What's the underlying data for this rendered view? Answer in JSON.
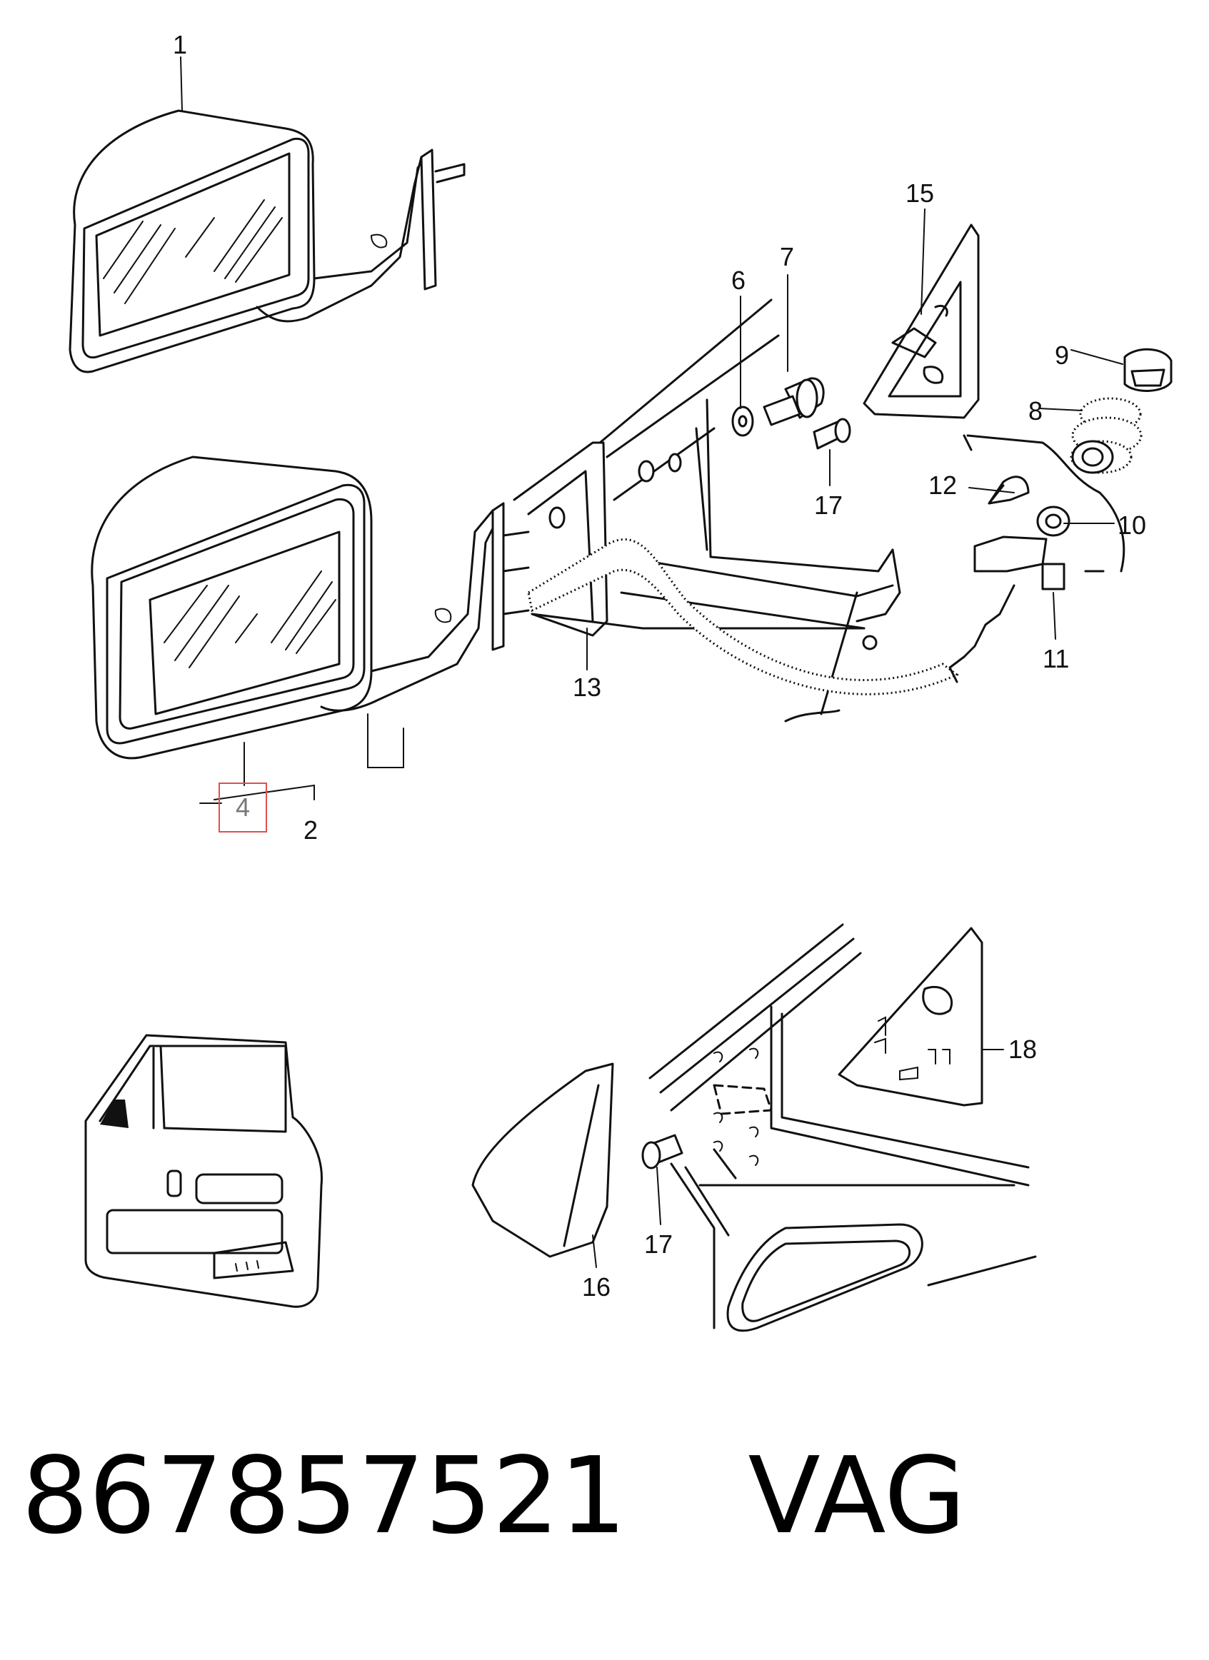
{
  "callouts": {
    "c1": "1",
    "c2": "2",
    "c4": "4",
    "c6": "6",
    "c7": "7",
    "c8": "8",
    "c9": "9",
    "c10": "10",
    "c11": "11",
    "c12": "12",
    "c13": "13",
    "c15": "15",
    "c16": "16",
    "c17a": "17",
    "c17b": "17",
    "c18": "18"
  },
  "highlight": {
    "callout": "4",
    "color": "#e05050"
  },
  "footer": {
    "part_number": "867857521",
    "brand": "VAG"
  }
}
